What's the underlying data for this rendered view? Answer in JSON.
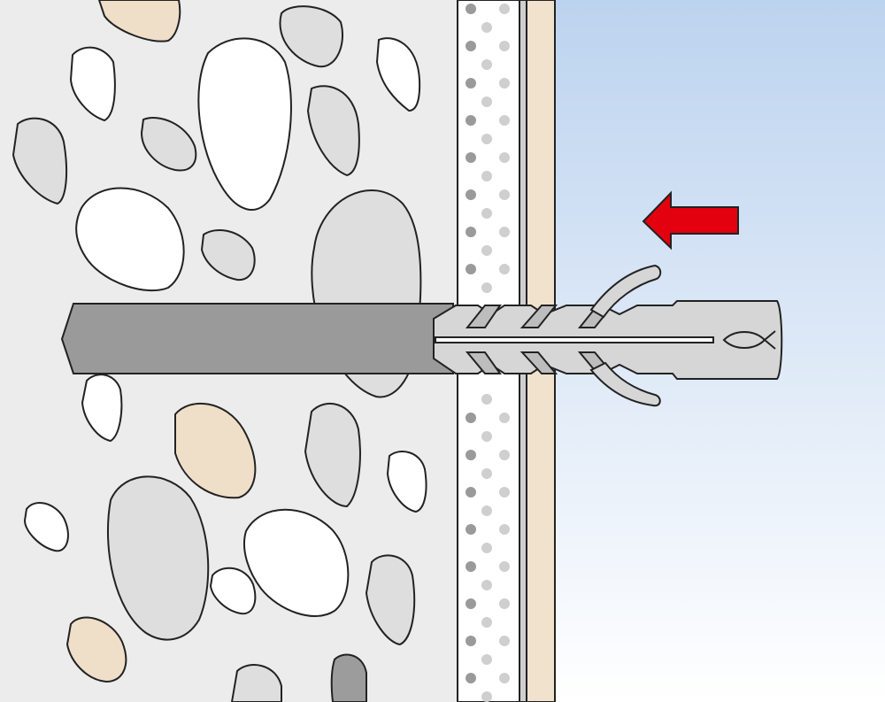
{
  "diagram": {
    "layers": [
      {
        "name": "masonry-wall",
        "fill": "#ececec"
      },
      {
        "name": "insulation-board",
        "fill": "#ffffff",
        "dot_colors": [
          "#9a9a9a",
          "#cfcfcf"
        ]
      },
      {
        "name": "plaster-layer",
        "fill": "#f0e2cd"
      },
      {
        "name": "air-space",
        "gradient": [
          "#bcd3ef",
          "#ffffff"
        ]
      }
    ],
    "stone_colors": {
      "white": "#ffffff",
      "light_grey": "#dedede",
      "beige": "#efdfc8",
      "dark_grey": "#9c9c9c"
    },
    "screw_color": "#9a9a9a",
    "anchor_color": "#d6d6d6",
    "arrow": {
      "direction": "left",
      "color": "#e3000f"
    },
    "icons": [
      "fish-logo-icon"
    ]
  }
}
